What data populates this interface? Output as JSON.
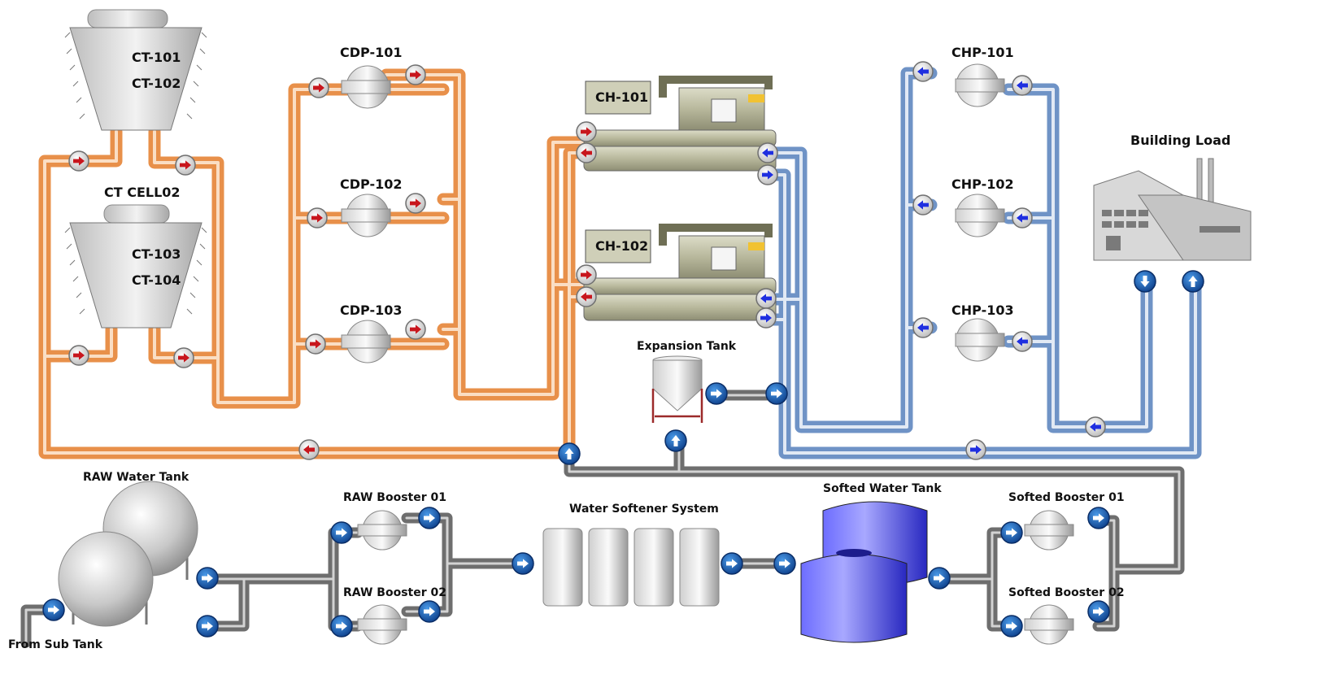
{
  "labels": {
    "ct101": "CT-101",
    "ct102": "CT-102",
    "ct_cell02": "CT CELL02",
    "ct103": "CT-103",
    "ct104": "CT-104",
    "cdp101": "CDP-101",
    "cdp102": "CDP-102",
    "cdp103": "CDP-103",
    "ch101": "CH-101",
    "ch102": "CH-102",
    "chp101": "CHP-101",
    "chp102": "CHP-102",
    "chp103": "CHP-103",
    "building_load": "Building Load",
    "expansion_tank": "Expansion Tank",
    "raw_water_tank": "RAW Water Tank",
    "raw_booster_01": "RAW Booster 01",
    "raw_booster_02": "RAW Booster 02",
    "water_softener_system": "Water Softener System",
    "softed_water_tank": "Softed Water Tank",
    "softed_booster_01": "Softed Booster 01",
    "softed_booster_02": "Softed Booster 02",
    "from_sub_tank": "From Sub Tank"
  },
  "colors": {
    "condenser_pipe": "#f2a15e",
    "chilled_pipe": "#8fb1d8",
    "makeup_pipe": "#8c8c8c",
    "red_arrow": "#c8161d",
    "blue_arrow": "#1f2fe0",
    "blue_button": "#1a5fb4"
  },
  "icons": {
    "red_arrow": "arrow-right-icon",
    "blue_arrow": "arrow-left-icon",
    "blue_button": "flow-arrow-button"
  }
}
